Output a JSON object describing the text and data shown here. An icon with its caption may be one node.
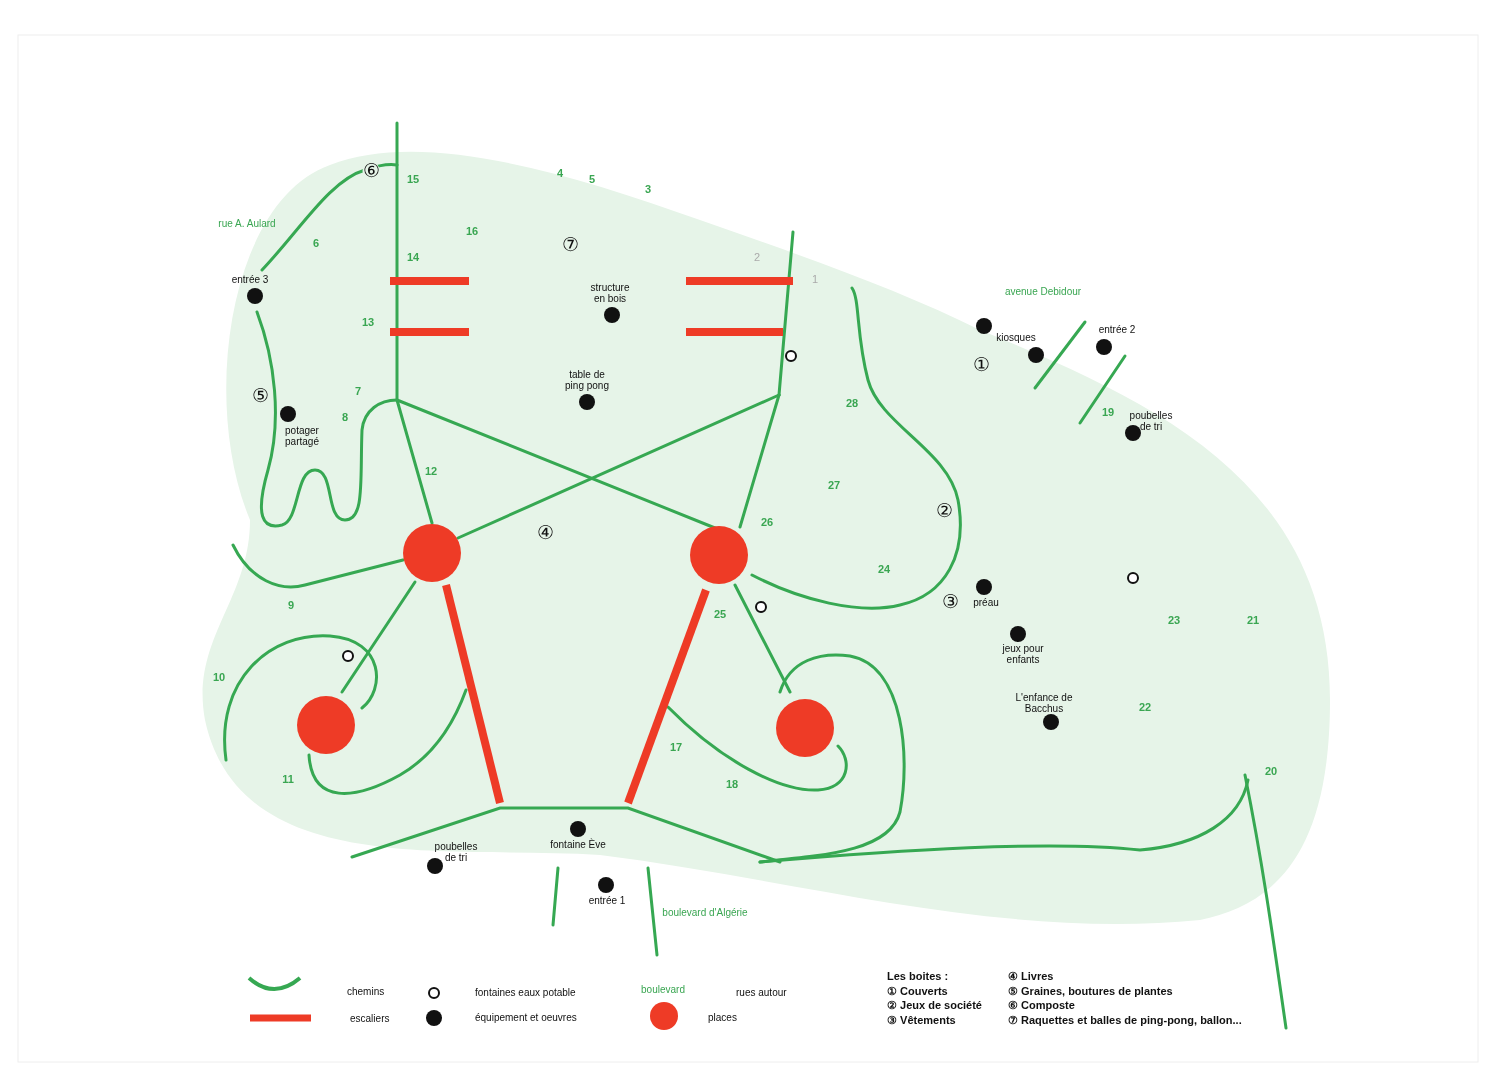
{
  "diagram": {
    "labels": [
      "⑥",
      "15",
      "4",
      "5",
      "3",
      "rue A. Aulard",
      "6",
      "16",
      "⑦",
      "14",
      "2",
      "entrée 3",
      "avenue Debidour",
      "structure en bois",
      "1",
      "13",
      "entrée 2",
      "kiosques",
      "①",
      "table de ping pong",
      "7",
      "⑤",
      "28",
      "8",
      "19",
      "poubelles de tri",
      "potager partagé",
      "12",
      "27",
      "②",
      "26",
      "④",
      "24",
      "③",
      "préau",
      "9",
      "25",
      "23",
      "21",
      "jeux pour enfants",
      "10",
      "L'enfance de Bacchus",
      "22",
      "17",
      "20",
      "11",
      "18",
      "fontaine Ève",
      "poubelles de tri",
      "entrée 1",
      "boulevard d'Algérie",
      "boulevard",
      "Les boites :",
      "① Couverts",
      "② Jeux de société",
      "③ Vêtements",
      "④ Livres",
      "⑤ Graines, boutures de plantes",
      "⑥ Composte",
      "⑦ Raquettes et balles de ping-pong, ballon..."
    ],
    "legend": [
      {
        "text": "chemins"
      },
      {
        "text": "escaliers"
      },
      {
        "text": "fontaines eaux potable"
      },
      {
        "text": "équipement et oeuvres"
      },
      {
        "text": "rues autour"
      },
      {
        "text": "places",
        "color": "#ee3b26"
      }
    ]
  }
}
